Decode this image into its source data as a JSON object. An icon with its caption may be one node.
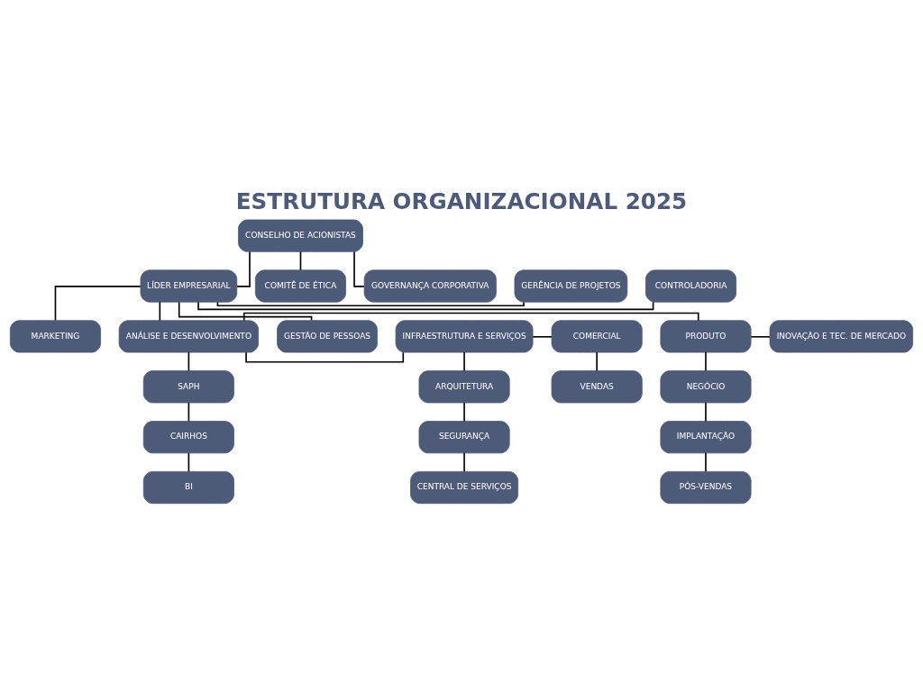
{
  "diagram": {
    "title": "ESTRUTURA ORGANIZACIONAL 2025",
    "nodes": [
      {
        "text": [
          "CONSELHO DE ACIONISTAS"
        ]
      },
      {
        "text": [
          "COMITÊ DE ÉTICA"
        ]
      },
      {
        "text": [
          "GOVERNANÇA CORPORATIVA"
        ]
      },
      {
        "text": [
          "GERÊNCIA DE PROJETOS"
        ]
      },
      {
        "text": [
          "CONTROLADORIA"
        ]
      },
      {
        "text": [
          "LÍDER EMPRESARIAL"
        ]
      },
      {
        "text": [
          "GESTÃO DE PESSOAS"
        ]
      },
      {
        "text": [
          "MARKETING"
        ]
      },
      {
        "text": [
          "INOVAÇÃO E TEC. DE MERCADO"
        ]
      },
      {
        "text": [
          "PRODUTO"
        ]
      },
      {
        "text": [
          "ANÁLISE E DESENVOLVIMENTO"
        ]
      },
      {
        "text": [
          "INFRAESTRUTURA E SERVIÇOS"
        ]
      },
      {
        "text": [
          "COMERCIAL"
        ]
      },
      {
        "text": [
          "NEGÓCIO"
        ]
      },
      {
        "text": [
          "SAPH"
        ]
      },
      {
        "text": [
          "ARQUITETURA"
        ]
      },
      {
        "text": [
          "VENDAS"
        ]
      },
      {
        "text": [
          "IMPLANTAÇÃO"
        ]
      },
      {
        "text": [
          "CAIRHOS"
        ]
      },
      {
        "text": [
          "SEGURANÇA"
        ]
      },
      {
        "text": [
          "PÓS-VENDAS"
        ]
      },
      {
        "text": [
          "BI"
        ]
      },
      {
        "text": [
          "CENTRAL DE SERVIÇOS"
        ]
      }
    ],
    "edges": [
      {
        "from": 0,
        "to": 1,
        "arrow": "none"
      },
      {
        "from": 0,
        "to": 2,
        "arrow": "none"
      },
      {
        "from": 0,
        "to": 5,
        "arrow": "none"
      },
      {
        "from": 5,
        "to": 3,
        "arrow": "none"
      },
      {
        "from": 5,
        "to": 6,
        "arrow": "none"
      },
      {
        "from": 5,
        "to": 4,
        "arrow": "none"
      },
      {
        "from": 5,
        "to": 7,
        "arrow": "none"
      },
      {
        "from": 5,
        "to": 10,
        "arrow": "none"
      },
      {
        "from": 10,
        "to": 9,
        "arrow": "none"
      },
      {
        "from": 9,
        "to": 8,
        "arrow": "none"
      },
      {
        "from": 10,
        "to": 11,
        "arrow": "none"
      },
      {
        "from": 11,
        "to": 12,
        "arrow": "none"
      },
      {
        "from": 9,
        "to": 13,
        "arrow": "none"
      },
      {
        "from": 13,
        "to": 17,
        "arrow": "none"
      },
      {
        "from": 17,
        "to": 20,
        "arrow": "none"
      },
      {
        "from": 10,
        "to": 14,
        "arrow": "none"
      },
      {
        "from": 14,
        "to": 18,
        "arrow": "none"
      },
      {
        "from": 18,
        "to": 21,
        "arrow": "none"
      },
      {
        "from": 11,
        "to": 15,
        "arrow": "none"
      },
      {
        "from": 15,
        "to": 19,
        "arrow": "none"
      },
      {
        "from": 19,
        "to": 22,
        "arrow": "none"
      },
      {
        "from": 12,
        "to": 16,
        "arrow": "none"
      }
    ]
  }
}
